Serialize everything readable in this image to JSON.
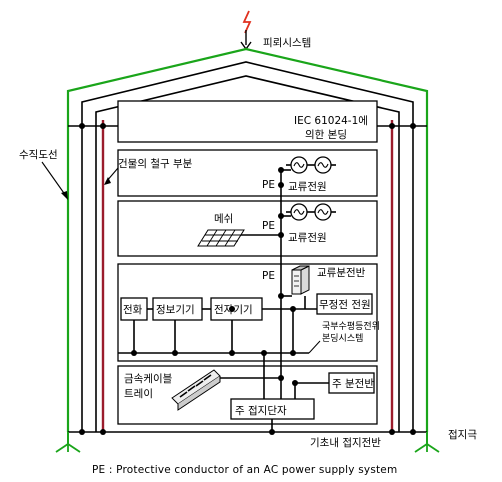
{
  "labels": {
    "lightning_system": "피뢰시스템",
    "bonding_iec": "IEC 61024-1에",
    "bonding_iec_2": "의한 본딩",
    "down_conductor": "수직도선",
    "steel_frame": "건물의 철구 부분",
    "pe_1": "PE",
    "ac_supply_1": "교류전원",
    "mesh": "메쉬",
    "pe_2": "PE",
    "ac_supply_2": "교류전원",
    "pe_3": "PE",
    "ac_panel": "교류분전반",
    "phone": "전화",
    "info_equipment": "정보기기",
    "electronic_equipment": "전자기기",
    "ups": "무정전 전원",
    "local_bonding": "국부수평등전위",
    "local_bonding_2": "본딩시스템",
    "cable_tray": "금속케이블",
    "cable_tray_2": "트레이",
    "main_panel": "주 분전반",
    "main_earth_terminal": "주 접지단자",
    "foundation_earth": "기초내 접지전반",
    "earth_electrode": "접지극",
    "footnote": "PE : Protective conductor of an AC power supply system"
  },
  "colors": {
    "lightning": "#e0301e",
    "down_conductor": "#1aa51a",
    "steel": "#9b1c2c",
    "wire": "#000000"
  },
  "icons": {
    "lightning": "lightning-bolt-icon",
    "ac_source": "ac-source-icon",
    "mesh": "mesh-grid-icon",
    "panel": "distribution-panel-icon",
    "tray": "cable-tray-icon",
    "earth": "ground-spike-icon"
  }
}
